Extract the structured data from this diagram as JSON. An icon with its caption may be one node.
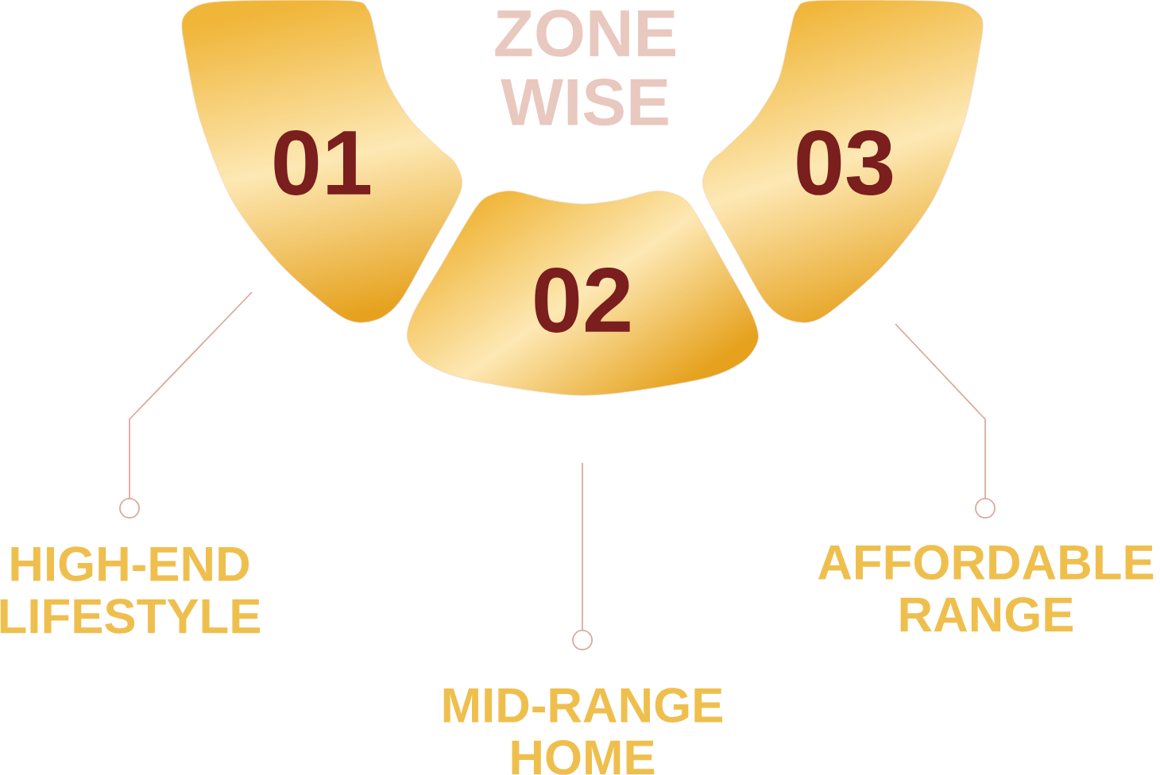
{
  "diagram": {
    "title": "ZONE WISE",
    "nodes": [
      {
        "text": [
          "01"
        ]
      },
      {
        "text": [
          "02"
        ]
      },
      {
        "text": [
          "03"
        ]
      },
      {
        "text": [
          "HIGH-END LIFESTYLE"
        ]
      },
      {
        "text": [
          "MID-RANGE HOME"
        ]
      },
      {
        "text": [
          "AFFORDABLE RANGE"
        ]
      }
    ],
    "edges": [
      {
        "from": 0,
        "to": 3,
        "arrow": "other"
      },
      {
        "from": 1,
        "to": 4,
        "arrow": "other"
      },
      {
        "from": 2,
        "to": 5,
        "arrow": "other"
      }
    ]
  }
}
